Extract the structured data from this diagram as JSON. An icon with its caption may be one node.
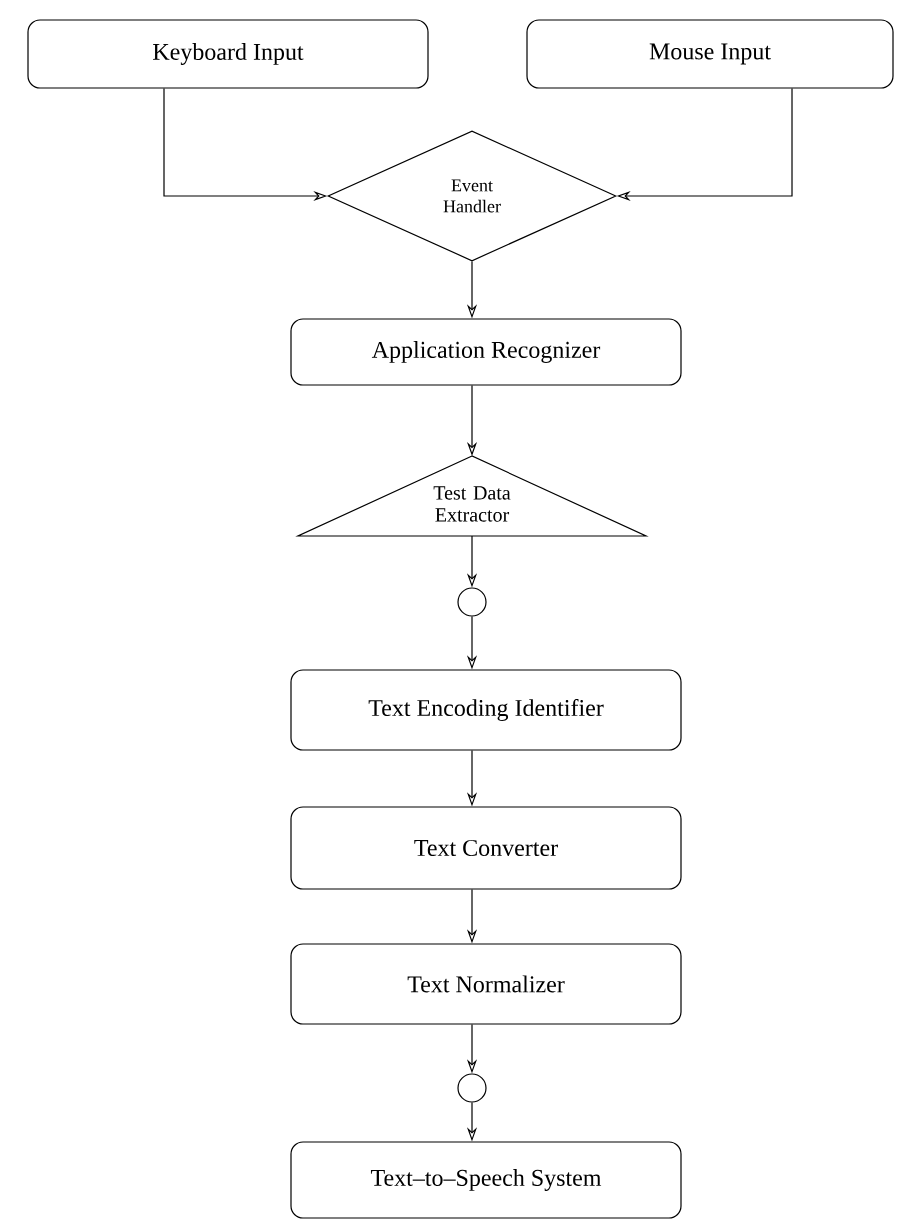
{
  "diagram": {
    "nodes": [
      {
        "text": [
          "Keyboard Input"
        ]
      },
      {
        "text": [
          "Mouse Input"
        ]
      },
      {
        "text": [
          "Event Handler"
        ]
      },
      {
        "text": [
          "Application Recognizer"
        ]
      },
      {
        "text": [
          "Test Data Extractor"
        ]
      },
      {
        "text": [],
        "shape": "circle"
      },
      {
        "text": [
          "Text Encoding Identifier"
        ]
      },
      {
        "text": [
          "Text Converter"
        ]
      },
      {
        "text": [
          "Text Normalizer"
        ]
      },
      {
        "text": [],
        "shape": "circle"
      },
      {
        "text": [
          "Text–to–Speech System"
        ]
      }
    ],
    "edges": [
      {
        "from": 0,
        "to": 2,
        "arrow": "to"
      },
      {
        "from": 1,
        "to": 2,
        "arrow": "to"
      },
      {
        "from": 2,
        "to": 3,
        "arrow": "to"
      },
      {
        "from": 3,
        "to": 4,
        "arrow": "to"
      },
      {
        "from": 4,
        "to": 5,
        "arrow": "to"
      },
      {
        "from": 5,
        "to": 6,
        "arrow": "to"
      },
      {
        "from": 6,
        "to": 7,
        "arrow": "to"
      },
      {
        "from": 7,
        "to": 8,
        "arrow": "to"
      },
      {
        "from": 8,
        "to": 9,
        "arrow": "to"
      },
      {
        "from": 9,
        "to": 10,
        "arrow": "to"
      }
    ]
  }
}
